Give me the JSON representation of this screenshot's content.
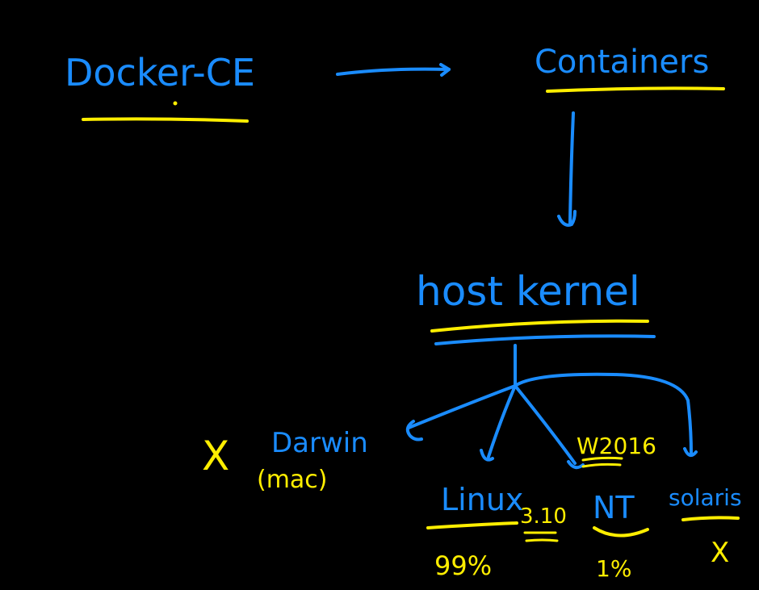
{
  "colors": {
    "background": "#000000",
    "blue_ink": "#1a8cff",
    "yellow_ink": "#ffee00"
  },
  "nodes": {
    "docker": "Docker-CE",
    "containers": "Containers",
    "host_kernel": "host kernel",
    "darwin": "Darwin",
    "darwin_note": "(mac)",
    "darwin_mark": "X",
    "linux": "Linux",
    "linux_version": "3.10",
    "linux_share": "99%",
    "nt": "NT",
    "nt_version": "W2016",
    "nt_share": "1%",
    "solaris": "solaris",
    "solaris_mark": "X"
  }
}
